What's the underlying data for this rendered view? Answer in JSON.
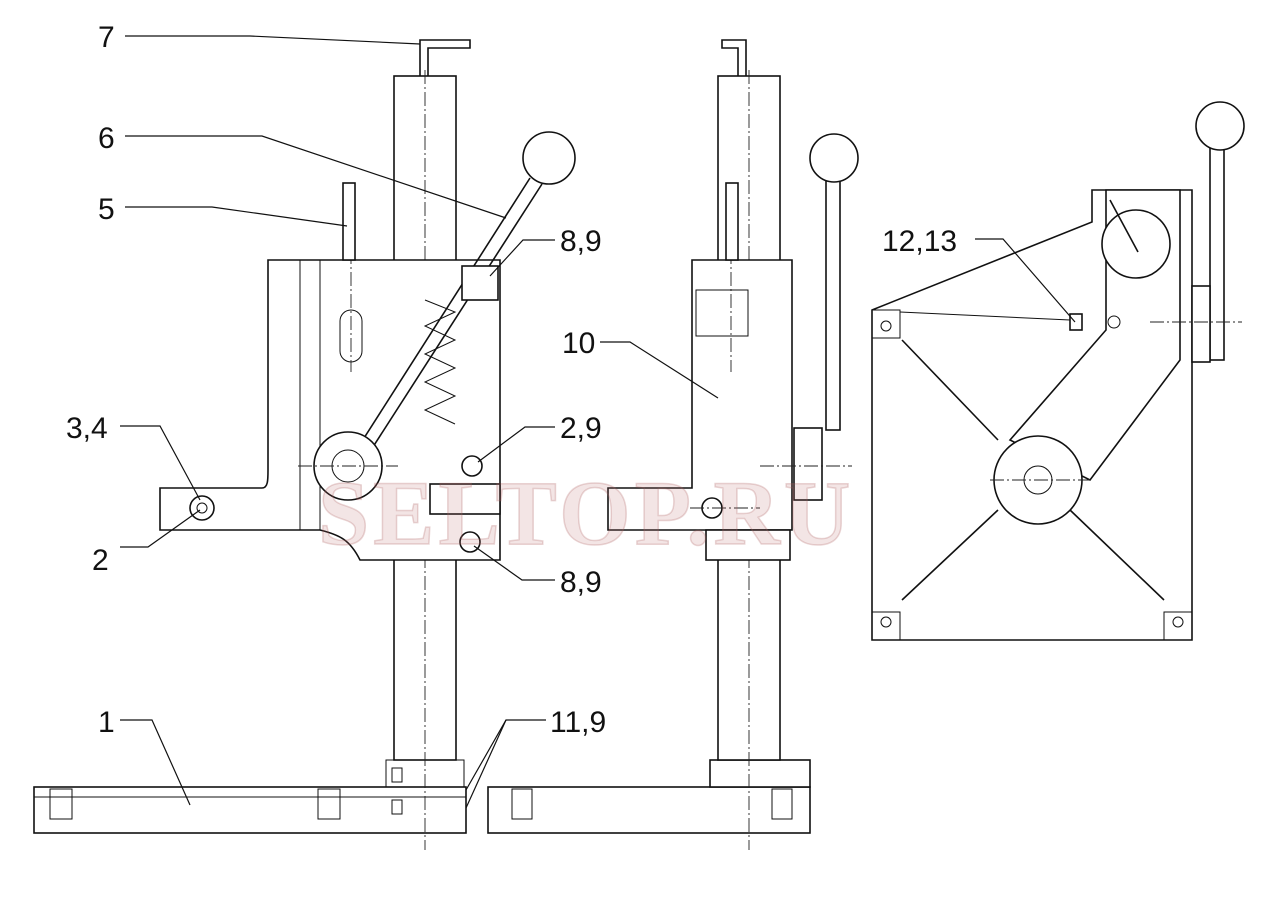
{
  "callouts": [
    {
      "id": "c7",
      "label": "7"
    },
    {
      "id": "c6",
      "label": "6"
    },
    {
      "id": "c5",
      "label": "5"
    },
    {
      "id": "c89a",
      "label": "8,9"
    },
    {
      "id": "c10",
      "label": "10"
    },
    {
      "id": "c1213",
      "label": "12,13"
    },
    {
      "id": "c34",
      "label": "3,4"
    },
    {
      "id": "c29",
      "label": "2,9"
    },
    {
      "id": "c2",
      "label": "2"
    },
    {
      "id": "c89b",
      "label": "8,9"
    },
    {
      "id": "c1",
      "label": "1"
    },
    {
      "id": "c119",
      "label": "11,9"
    }
  ],
  "watermark": "SELTOP.RU"
}
